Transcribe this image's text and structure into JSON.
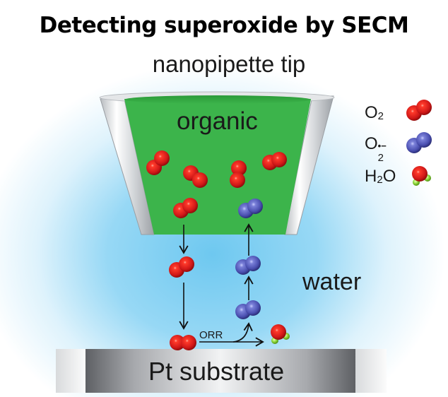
{
  "title": "Detecting superoxide by SECM",
  "subtitle": "nanopipette tip",
  "labels": {
    "organic": "organic",
    "water": "water",
    "substrate": "Pt substrate",
    "reaction": "ORR"
  },
  "legend": [
    {
      "symbol": "O",
      "subscript": "2",
      "superscript": "",
      "molecule": "oxygen",
      "color": "#d81e1e"
    },
    {
      "symbol": "O",
      "subscript": "2",
      "superscript": "•−",
      "molecule": "superoxide",
      "color": "#4a4fb0"
    },
    {
      "symbol": "H",
      "subscript": "2",
      "suffix": "O",
      "molecule": "water",
      "color": "#d81e1e"
    }
  ],
  "colors": {
    "organic_phase": "#3cb44b",
    "oxygen": "#d81e1e",
    "superoxide": "#4a4fb0",
    "hydrogen": "#7ec832",
    "water_bg": "#6ec8f0"
  }
}
